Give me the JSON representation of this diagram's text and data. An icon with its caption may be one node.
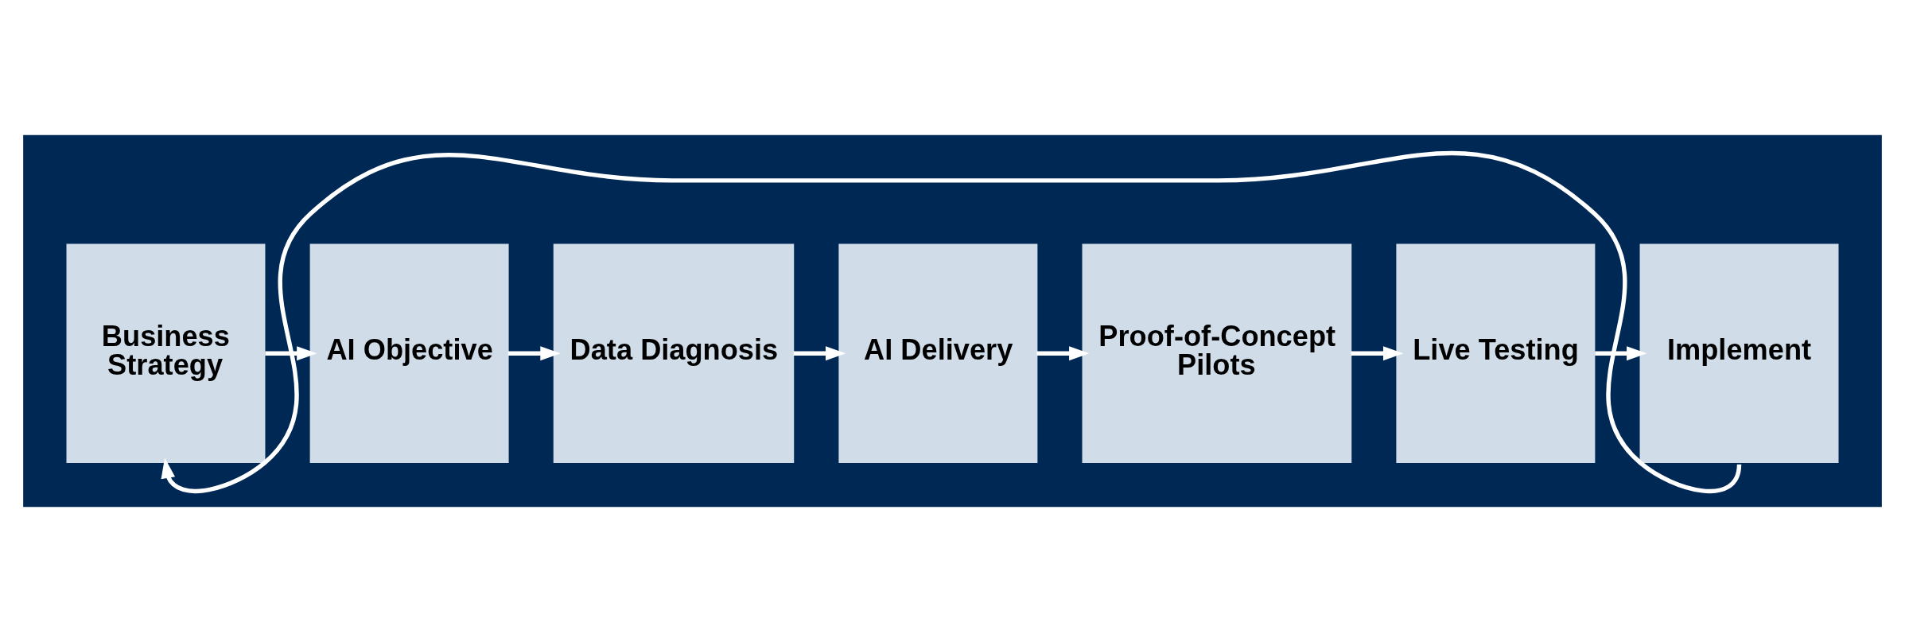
{
  "diagram": {
    "nodes": [
      {
        "text": [],
        "shape": "arrow"
      },
      {
        "text": [
          "Business Strategy"
        ],
        "in": 0
      },
      {
        "text": [
          "AI Objective"
        ],
        "in": 0
      },
      {
        "text": [
          "Data Diagnosis"
        ],
        "in": 0
      },
      {
        "text": [
          "AI Delivery"
        ],
        "in": 0
      },
      {
        "text": [
          "Proof-of-Concept Pilots"
        ],
        "in": 0
      },
      {
        "text": [
          "Live Testing"
        ],
        "in": 0
      },
      {
        "text": [
          "Implement"
        ],
        "in": 0
      }
    ],
    "edges": [
      {
        "from": 1,
        "to": 2,
        "arrow": "to"
      },
      {
        "from": 2,
        "to": 3,
        "arrow": "to"
      },
      {
        "from": 3,
        "to": 4,
        "arrow": "to"
      },
      {
        "from": 4,
        "to": 5,
        "arrow": "to"
      },
      {
        "from": 5,
        "to": 6,
        "arrow": "to"
      },
      {
        "from": 6,
        "to": 7,
        "arrow": "to"
      },
      {
        "from": 7,
        "to": 1,
        "arrow": "to"
      }
    ]
  }
}
